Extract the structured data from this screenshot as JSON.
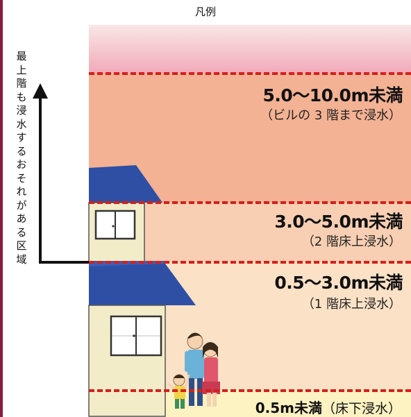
{
  "legend": {
    "title": "凡例"
  },
  "side_label": "最上階も浸水するおそれがある区域",
  "bands": [
    {
      "main": "5.0〜10.0m未満",
      "sub": "（ビルの 3 階まで浸水）"
    },
    {
      "main": "3.0〜5.0m未満",
      "sub": "（2 階床上浸水）"
    },
    {
      "main": "0.5〜3.0m未満",
      "sub": "（1 階床上浸水）"
    },
    {
      "main": "0.5m未満",
      "sub": "（床下浸水）"
    }
  ],
  "colors": {
    "band_top": "#f2a9b9",
    "band_5_10": "#f3b293",
    "band_3_5": "#f8cfb2",
    "band_05_3": "#fbe1c6",
    "band_lt05": "#fdf2c2",
    "dash_line": "#d4201c",
    "roof": "#2f4fa4",
    "wall": "#f3ecc9",
    "accent": "#8a1c3c"
  }
}
